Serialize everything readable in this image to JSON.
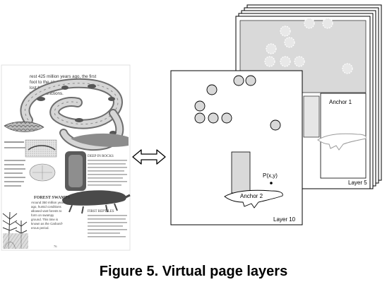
{
  "figure": {
    "caption": "Figure 5. Virtual page layers"
  },
  "layers": {
    "front_label": "Layer 10",
    "back_label": "Layer 5",
    "anchor_1": "Anchor 1",
    "anchor_2": "Anchor 2",
    "point_label": "P(x,y)"
  },
  "book_page": {
    "lines_top": [
      "rest 425 million years ago, the first",
      "foot to the air. However,",
      "lost bodies – or a",
      "those extinctions."
    ],
    "heading_left": "FOREST SWAMPS",
    "text_left": [
      "Around 350 million years",
      "ago, humid conditions",
      "allowed vast forests to",
      "form on swampy",
      "ground. This time is",
      "known as the Carbonif-",
      "erous period."
    ],
    "heading_right": "FIRST REPTILES",
    "sidebar_title": "DEEP IN ROCKS",
    "page_number": "76"
  },
  "arrow": {
    "type": "double-headed"
  }
}
